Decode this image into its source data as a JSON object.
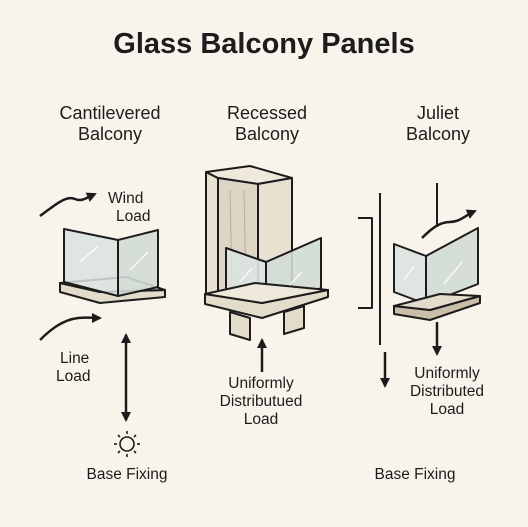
{
  "title": "Glass Balcony Panels",
  "panels": [
    {
      "heading_line1": "Cantilevered",
      "heading_line2": "Balcony"
    },
    {
      "heading_line1": "Recessed",
      "heading_line2": "Balcony"
    },
    {
      "heading_line1": "Juliet",
      "heading_line2": "Balcony"
    }
  ],
  "labels": {
    "wind_load_line1": "Wind",
    "wind_load_line2": "Load",
    "line_load_line1": "Line",
    "line_load_line2": "Load",
    "base_fixing_left": "Base Fixing",
    "udl_center_line1": "Uniformly",
    "udl_center_line2": "Distributued",
    "udl_center_line3": "Load",
    "udl_right_line1": "Uniformly",
    "udl_right_line2": "Distributed",
    "udl_right_line3": "Load",
    "base_fixing_right": "Base Fixing"
  },
  "colors": {
    "background": "#f8f4eb",
    "ink": "#1c1c1c",
    "glass": "#dbe3df",
    "slab": "#e3dccb",
    "wall_shade": "#ddd6c7"
  },
  "icons": [
    "sun-icon",
    "double-arrow-icon"
  ]
}
